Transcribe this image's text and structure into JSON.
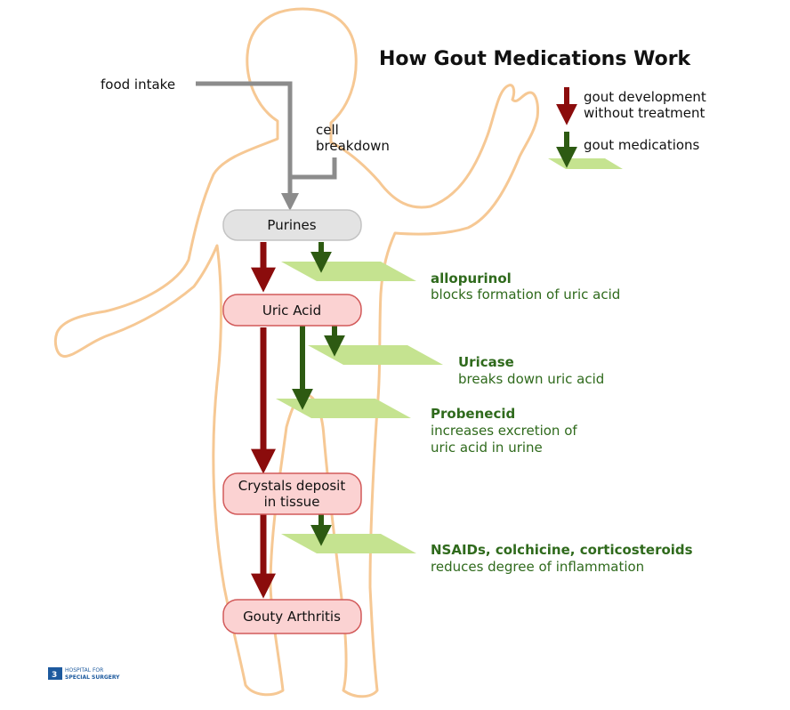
{
  "title": "How Gout Medications Work",
  "legend": {
    "red_label_line1": "gout development",
    "red_label_line2": "without treatment",
    "green_label": "gout medications"
  },
  "inputs": {
    "food_intake": "food intake",
    "cell_line1": "cell",
    "cell_line2": "breakdown"
  },
  "stages": {
    "purines": "Purines",
    "uric_acid": "Uric Acid",
    "crystals_line1": "Crystals deposit",
    "crystals_line2": "in tissue",
    "gouty_arthritis": "Gouty Arthritis"
  },
  "medications": {
    "allopurinol_name": "allopurinol",
    "allopurinol_desc": "blocks formation of uric acid",
    "uricase_name": "Uricase",
    "uricase_desc": "breaks down uric acid",
    "probenecid_name": "Probenecid",
    "probenecid_desc1": "increases excretion of",
    "probenecid_desc2": "uric acid in urine",
    "nsaids_name": "NSAIDs, colchicine, corticosteroids",
    "nsaids_desc": "reduces degree of inflammation"
  },
  "logo": {
    "line1": "HOSPITAL FOR",
    "line2": "SPECIAL SURGERY"
  },
  "colors": {
    "red_arrow": "#8b0c0c",
    "green_arrow": "#2d5a12",
    "green_text": "#2f6a1c",
    "plane": "#c5e390",
    "body_outline": "#f6c894",
    "stage_fill": "#fbd2d2",
    "stage_stroke": "#d25a5a",
    "purines_fill": "#e3e3e3",
    "gray_arrow": "#8c8c8c"
  }
}
